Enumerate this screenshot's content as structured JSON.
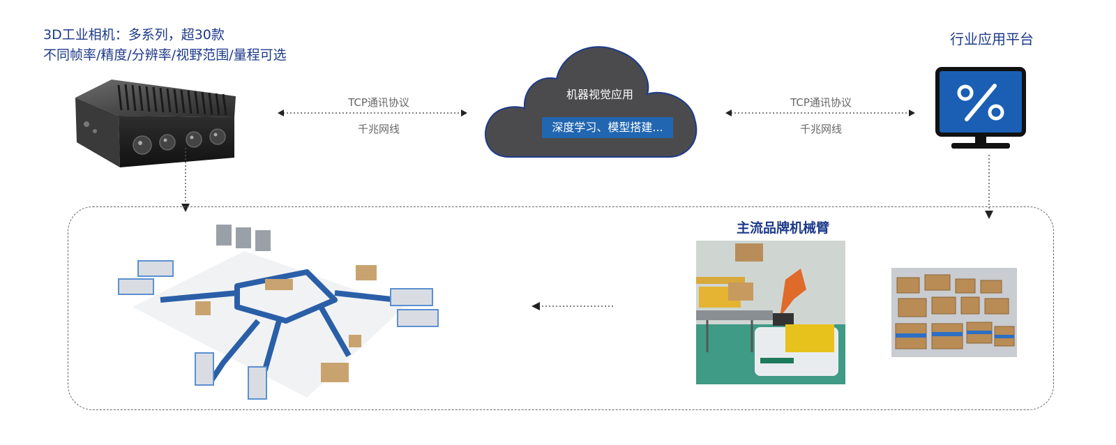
{
  "camera": {
    "title_line1": "3D工业相机：多系列，超30款",
    "title_line2": "不同帧率/精度/分辨率/视野范围/量程可选"
  },
  "links": {
    "left": {
      "protocol": "TCP通讯协议",
      "network": "千兆网线"
    },
    "right": {
      "protocol": "TCP通讯协议",
      "network": "千兆网线"
    }
  },
  "cloud": {
    "title": "机器视觉应用",
    "subtitle": "深度学习、模型搭建..."
  },
  "platform": {
    "title": "行业应用平台",
    "icon": "percent-monitor-icon"
  },
  "robot": {
    "title": "主流品牌机械臂"
  },
  "colors": {
    "brand_blue": "#1d3a8a",
    "accent_blue": "#2166b0",
    "cloud_gray": "#4d4d50",
    "monitor_blue": "#1a5fb4"
  }
}
